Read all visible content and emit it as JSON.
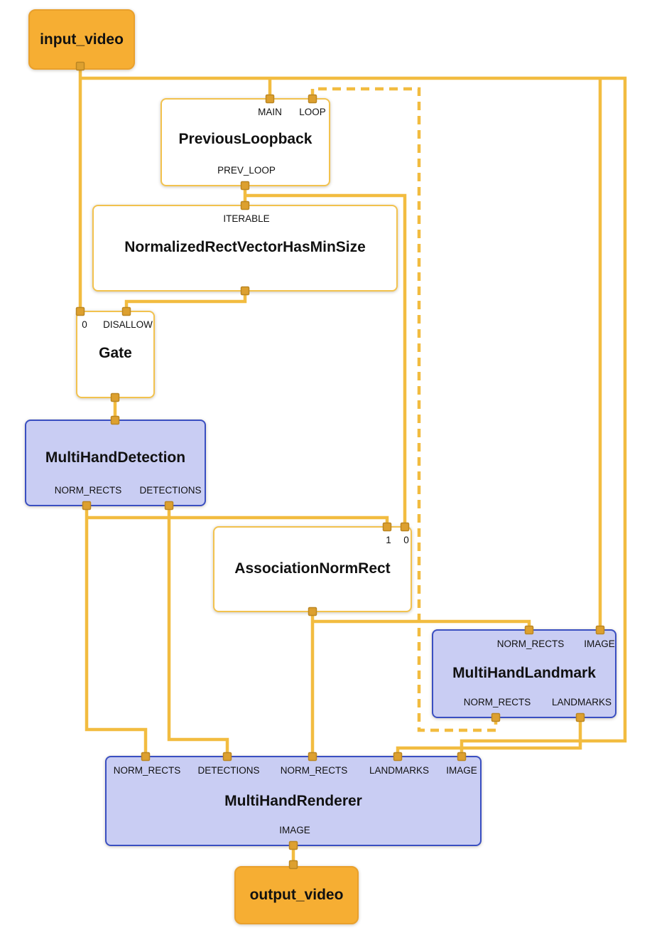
{
  "diagram": "mediapipe-multi-hand-tracking-graph",
  "colors": {
    "edge": "#F2BC40",
    "port_fill": "#DDA02F",
    "calculator_fill": "#FFFFFF",
    "calculator_border": "#F2C24E",
    "subgraph_fill": "#C9CDF3",
    "subgraph_border": "#3A4FC1",
    "stream_node_fill": "#F6AE33"
  },
  "nodes": {
    "input_video": {
      "title": "input_video"
    },
    "previous_loopback": {
      "title": "PreviousLoopback",
      "in_main": "MAIN",
      "in_loop": "LOOP",
      "out_prev_loop": "PREV_LOOP"
    },
    "normalized_rect_vector_has_min_size": {
      "title": "NormalizedRectVectorHasMinSize",
      "in_iterable": "ITERABLE"
    },
    "gate": {
      "title": "Gate",
      "in_0": "0",
      "in_disallow": "DISALLOW"
    },
    "multi_hand_detection": {
      "title": "MultiHandDetection",
      "out_norm_rects": "NORM_RECTS",
      "out_detections": "DETECTIONS"
    },
    "association_norm_rect": {
      "title": "AssociationNormRect",
      "in_1": "1",
      "in_0": "0"
    },
    "multi_hand_landmark": {
      "title": "MultiHandLandmark",
      "in_norm_rects": "NORM_RECTS",
      "in_image": "IMAGE",
      "out_norm_rects": "NORM_RECTS",
      "out_landmarks": "LANDMARKS"
    },
    "multi_hand_renderer": {
      "title": "MultiHandRenderer",
      "in_norm_rects_left": "NORM_RECTS",
      "in_detections": "DETECTIONS",
      "in_norm_rects_center": "NORM_RECTS",
      "in_landmarks": "LANDMARKS",
      "in_image": "IMAGE",
      "out_image": "IMAGE"
    },
    "output_video": {
      "title": "output_video"
    }
  }
}
